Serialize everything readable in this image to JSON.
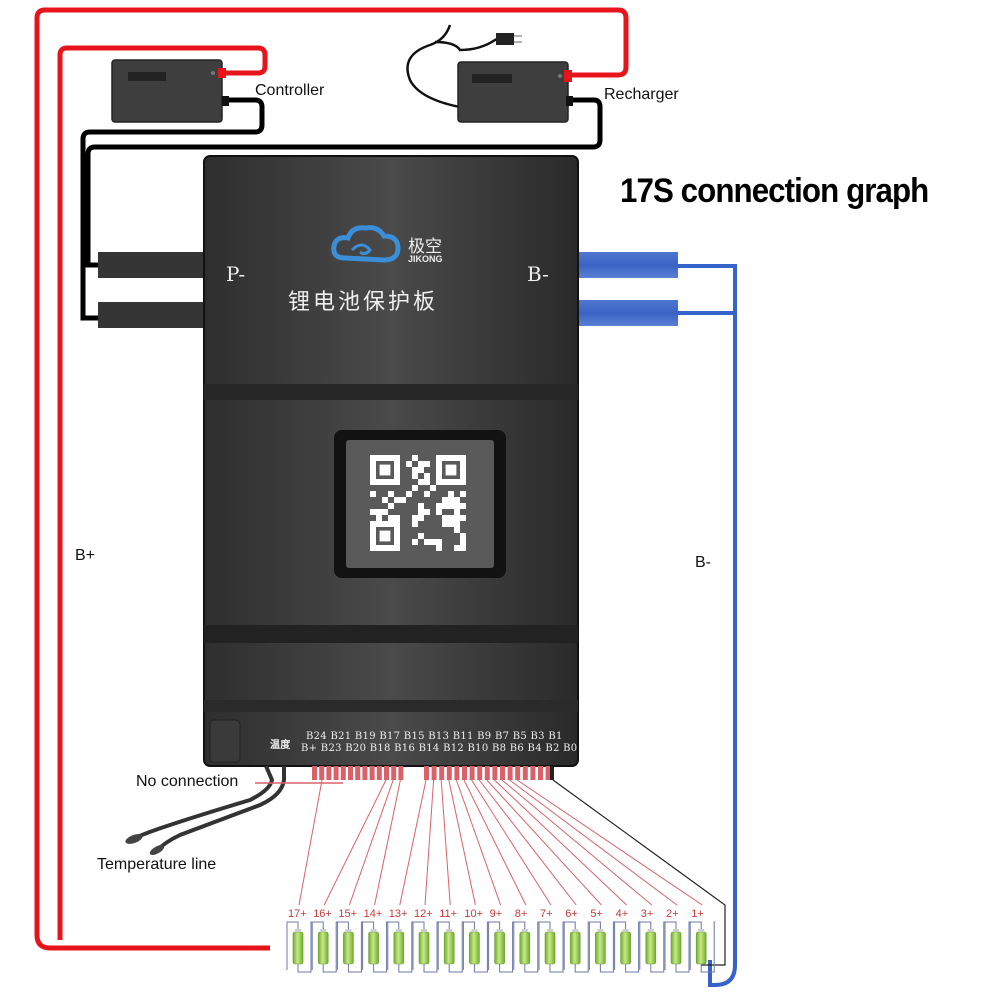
{
  "title": "17S connection graph",
  "devices": {
    "controller": {
      "label": "Controller"
    },
    "recharger": {
      "label": "Recharger"
    }
  },
  "board": {
    "brand_cn": "极空",
    "brand_en": "JIKONG",
    "product_cn": "锂电池保护板",
    "port_p_minus": "P-",
    "port_b_minus": "B-",
    "temp_label_cn": "温度",
    "pins_top": "B24 B21 B19 B17 B15 B13 B11  B9  B7  B5  B3  B1",
    "pins_bottom": "B+ B23 B20 B18 B16 B14 B12 B10  B8  B6  B4  B2  B0"
  },
  "wires": {
    "b_plus_label": "B+",
    "b_minus_label": "B-",
    "no_connection_label": "No connection",
    "temperature_label": "Temperature line"
  },
  "colors": {
    "positive": "#e8141c",
    "negative": "#3563c9",
    "balance": "#d9626a",
    "cell_green": "#8cc63f",
    "board": "#3a3a3a"
  },
  "cells": [
    "17+",
    "16+",
    "15+",
    "14+",
    "13+",
    "12+",
    "11+",
    "10+",
    "9+",
    "8+",
    "7+",
    "6+",
    "5+",
    "4+",
    "3+",
    "2+",
    "1+"
  ]
}
